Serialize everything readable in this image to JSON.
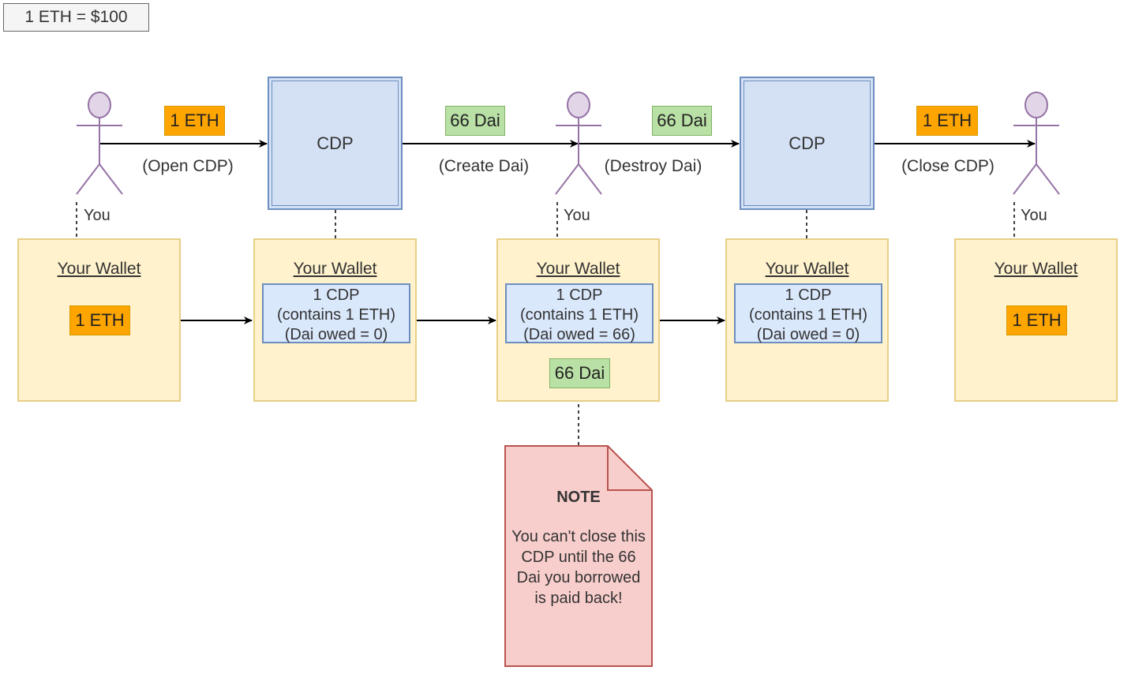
{
  "rate": "1 ETH = $100",
  "actors": {
    "label": "You"
  },
  "tokens": {
    "eth": "1 ETH",
    "dai": "66 Dai"
  },
  "cdp": {
    "label": "CDP"
  },
  "edges": {
    "open": "(Open CDP)",
    "create": "(Create Dai)",
    "destroy": "(Destroy Dai)",
    "close": "(Close CDP)"
  },
  "wallets": [
    {
      "title": "Your Wallet",
      "token": "1 ETH"
    },
    {
      "title": "Your Wallet",
      "cdp": [
        "1 CDP",
        "(contains 1 ETH)",
        "(Dai owed = 0)"
      ]
    },
    {
      "title": "Your Wallet",
      "cdp": [
        "1 CDP",
        "(contains 1 ETH)",
        "(Dai owed = 66)"
      ],
      "token": "66 Dai"
    },
    {
      "title": "Your Wallet",
      "cdp": [
        "1 CDP",
        "(contains 1 ETH)",
        "(Dai owed = 0)"
      ]
    },
    {
      "title": "Your Wallet",
      "token": "1 ETH"
    }
  ],
  "note": {
    "title": "NOTE",
    "body": "You can't close this CDP until the 66 Dai you borrowed is paid back!"
  },
  "colors": {
    "eth_fill": "#ffa500",
    "dai_fill": "#b9e0a5",
    "cdp_fill": "#d4e1f5",
    "wallet_fill": "#fff2cc",
    "note_fill": "#f8cecc",
    "actor_fill": "#e1d5e7"
  }
}
